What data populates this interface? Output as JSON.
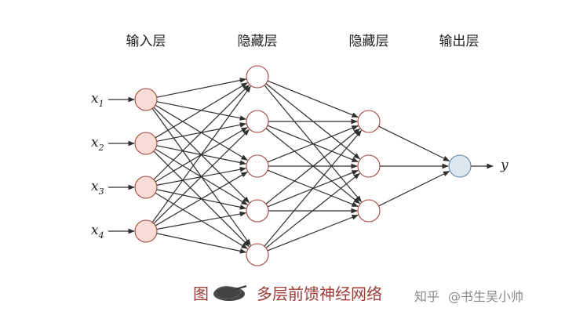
{
  "layers": {
    "input": {
      "label": "输入层",
      "count": 4
    },
    "hidden1": {
      "label": "隐藏层",
      "count": 5
    },
    "hidden2": {
      "label": "隐藏层",
      "count": 3
    },
    "output": {
      "label": "输出层",
      "count": 1
    }
  },
  "inputs": [
    {
      "var": "x",
      "sub": "1"
    },
    {
      "var": "x",
      "sub": "2"
    },
    {
      "var": "x",
      "sub": "3"
    },
    {
      "var": "x",
      "sub": "4"
    }
  ],
  "output_var": "y",
  "caption": {
    "prefix": "图",
    "title": "多层前馈神经网络"
  },
  "watermark": {
    "platform": "知乎",
    "author": "@书生吴小帅"
  },
  "colors": {
    "input_fill": "#f7ddd6",
    "hidden_fill": "#ffffff",
    "output_fill": "#dbe6ee",
    "node_stroke": "#a3423c",
    "output_stroke": "#5f86a6",
    "caption": "#9b3b36"
  }
}
